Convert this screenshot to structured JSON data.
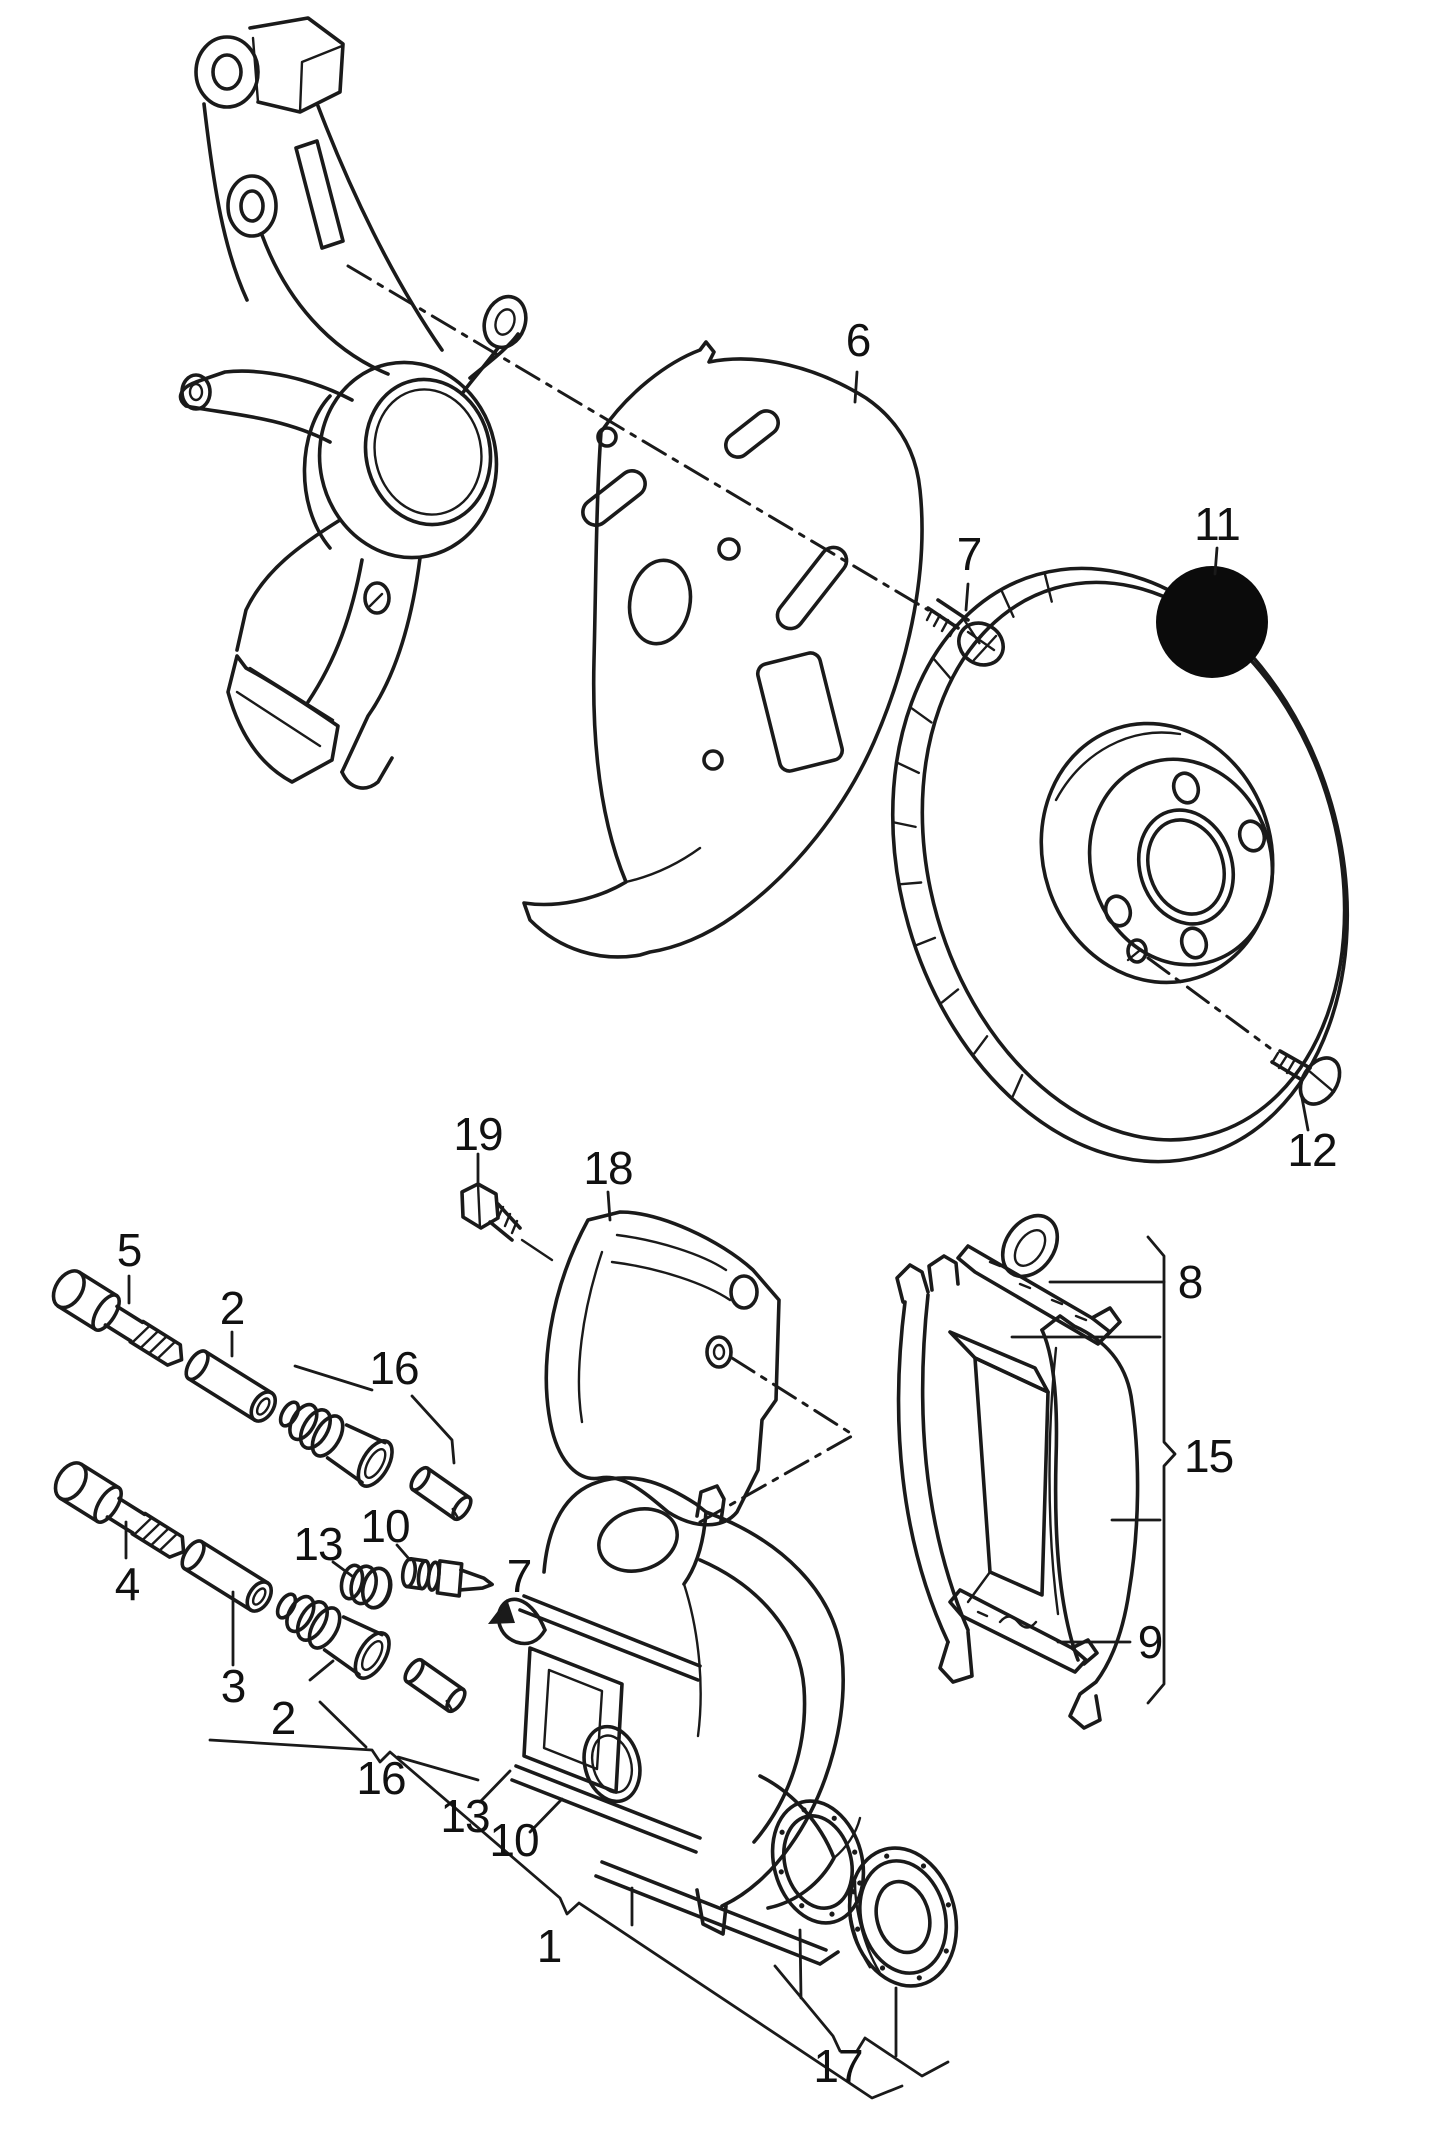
{
  "colors": {
    "background": "#ffffff",
    "line": "#1a1a1a",
    "blackout_dot": "#0b0b0b"
  },
  "callouts": {
    "c1": "1",
    "c2": "2",
    "c2b": "2",
    "c3": "3",
    "c4": "4",
    "c5": "5",
    "c6": "6",
    "c7": "7",
    "c7b": "7",
    "c8": "8",
    "c9": "9",
    "c10": "10",
    "c10b": "10",
    "c11": "11",
    "c12": "12",
    "c13": "13",
    "c13b": "13",
    "c15": "15",
    "c16": "16",
    "c16b": "16",
    "c17": "17",
    "c18": "18",
    "c19": "19"
  }
}
